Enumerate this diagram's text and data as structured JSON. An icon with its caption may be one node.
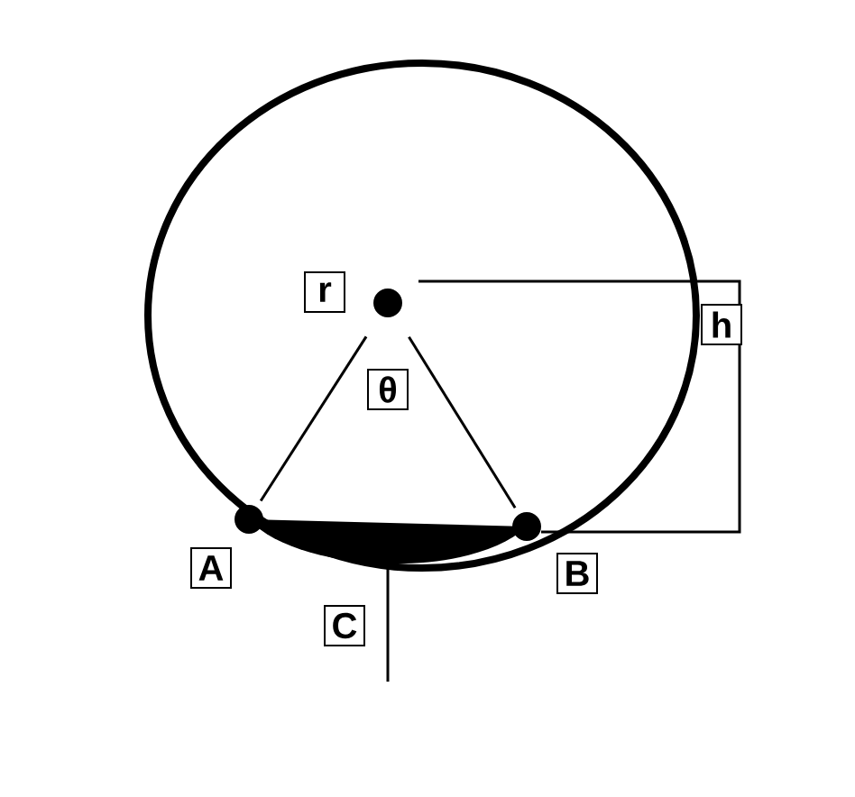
{
  "diagram": {
    "nodes": [
      {
        "text": [
          "r"
        ]
      },
      {
        "text": [
          "θ"
        ]
      },
      {
        "text": [
          "h"
        ]
      },
      {
        "text": [
          "A"
        ]
      },
      {
        "text": [
          "B"
        ]
      },
      {
        "text": [
          "C"
        ]
      },
      {
        "text": [],
        "shape": "circle"
      },
      {
        "text": [],
        "shape": "circle"
      },
      {
        "text": [],
        "shape": "circle"
      }
    ],
    "edges": [
      {
        "from": 6,
        "to": 7,
        "arrow": "none"
      },
      {
        "from": 6,
        "to": 8,
        "arrow": "none"
      }
    ]
  }
}
